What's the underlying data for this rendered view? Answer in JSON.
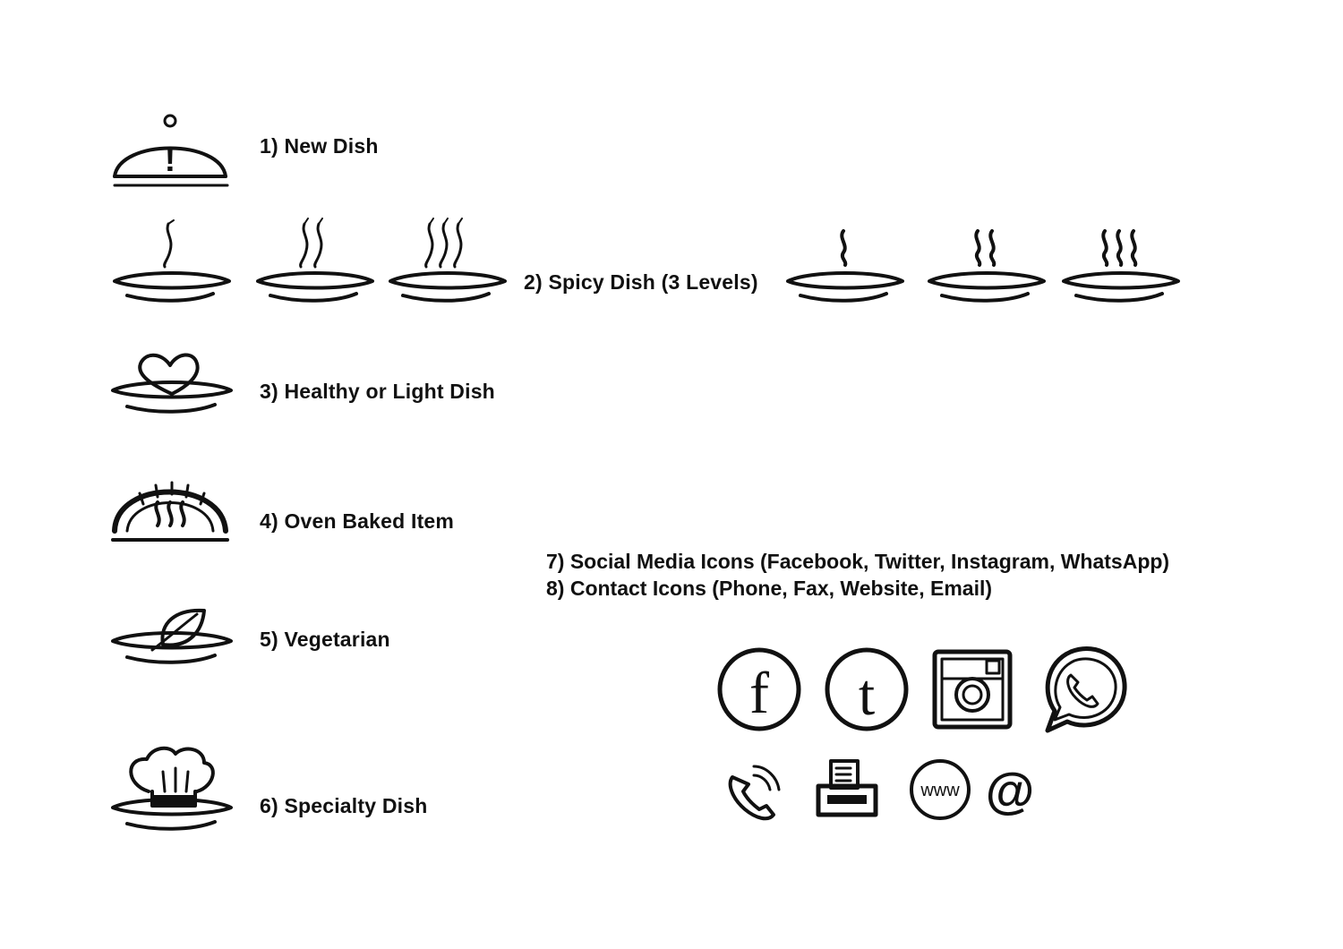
{
  "legend": {
    "new_dish": "1) New Dish",
    "spicy_dish": "2) Spicy Dish (3 Levels)",
    "healthy_dish": "3) Healthy or Light Dish",
    "oven_baked": "4) Oven Baked Item",
    "vegetarian": "5) Vegetarian",
    "specialty_dish": "6) Specialty Dish",
    "social_media": "7) Social Media Icons (Facebook, Twitter, Instagram, WhatsApp)",
    "contact": "8) Contact Icons (Phone, Fax, Website, Email)"
  },
  "icon_text": {
    "exclamation": "!",
    "facebook_letter": "f",
    "twitter_letter": "t",
    "website": "www",
    "email": "@"
  },
  "icons": {
    "cloche": "cloche-icon",
    "spicy_1": "spicy-level-1-icon",
    "spicy_2": "spicy-level-2-icon",
    "spicy_3": "spicy-level-3-icon",
    "steam_1": "steam-level-1-icon",
    "steam_2": "steam-level-2-icon",
    "steam_3": "steam-level-3-icon",
    "heart": "heart-plate-icon",
    "oven": "oven-icon",
    "leaf": "leaf-plate-icon",
    "chef_hat": "chef-hat-icon",
    "facebook": "facebook-icon",
    "twitter": "twitter-icon",
    "instagram": "instagram-icon",
    "whatsapp": "whatsapp-icon",
    "phone": "phone-icon",
    "fax": "fax-icon",
    "website": "website-icon",
    "email": "email-icon"
  },
  "colors": {
    "ink": "#111111",
    "background": "#ffffff"
  }
}
